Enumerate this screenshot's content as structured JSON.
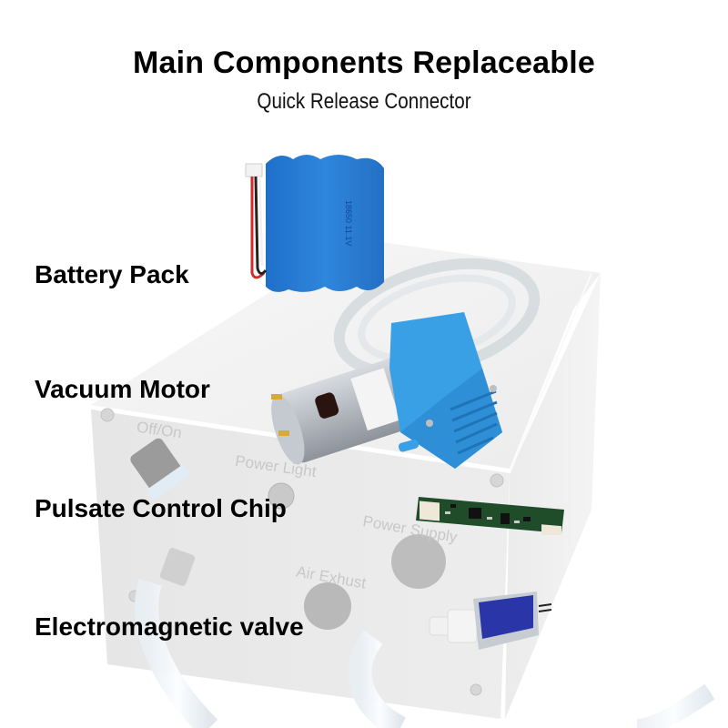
{
  "header": {
    "title": "Main Components Replaceable",
    "subtitle": "Quick Release Connector"
  },
  "components": [
    {
      "label": "Battery Pack",
      "icon": "battery-pack-icon"
    },
    {
      "label": "Vacuum Motor",
      "icon": "vacuum-motor-icon"
    },
    {
      "label": "Pulsate Control Chip",
      "icon": "circuit-board-icon"
    },
    {
      "label": "Electromagnetic valve",
      "icon": "solenoid-valve-icon"
    }
  ],
  "device_panel": {
    "labels": [
      "Off/On",
      "Power Light",
      "Power Supply",
      "Air Exhust"
    ]
  },
  "colors": {
    "background": "#ffffff",
    "text": "#000000",
    "battery_blue": "#2f86dd",
    "pump_blue": "#3aa0e6",
    "pcb_green": "#1f4d2a",
    "coil_blue": "#2a36a8",
    "device_body": "#e9e9e9"
  }
}
